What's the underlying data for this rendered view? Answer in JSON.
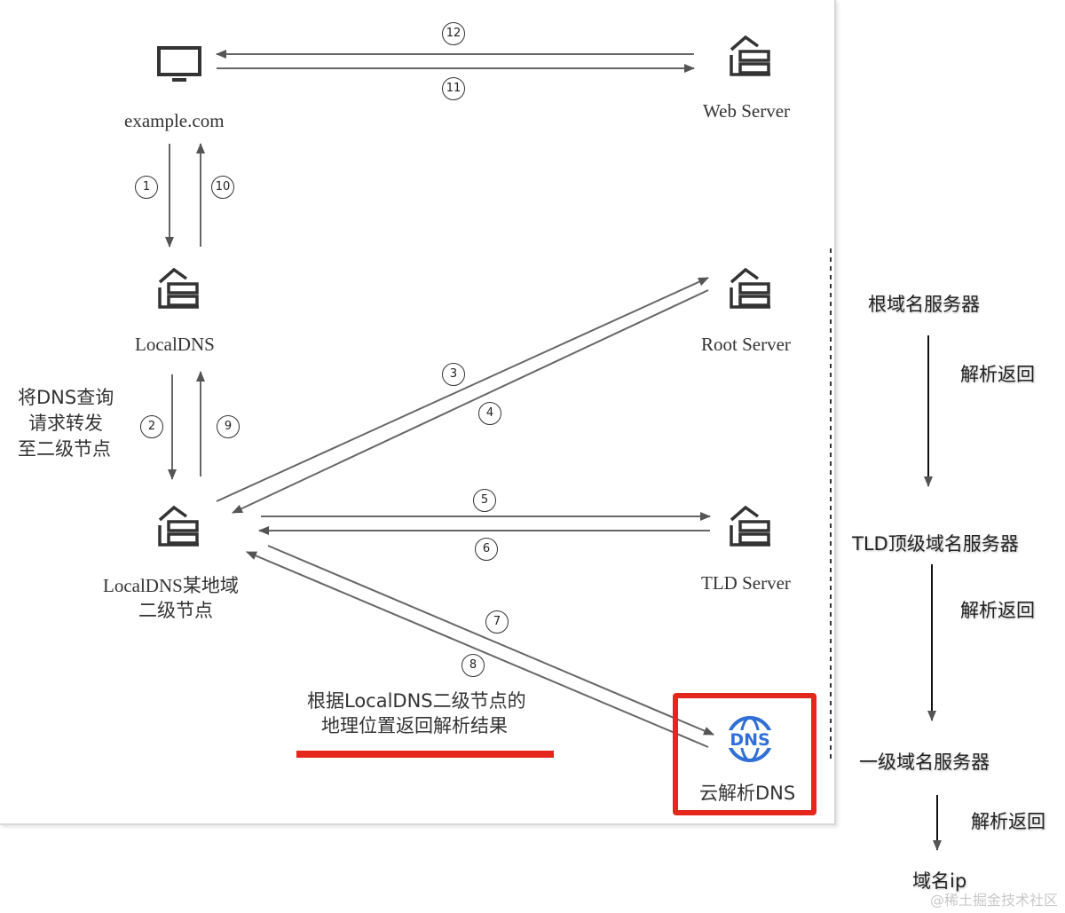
{
  "nodes": {
    "client": "example.com",
    "web_server": "Web Server",
    "local_dns": "LocalDNS",
    "root_server": "Root Server",
    "secondary_node_line1": "LocalDNS某地域",
    "secondary_node_line2": "二级节点",
    "tld_server": "TLD Server",
    "cloud_dns": "云解析DNS",
    "cloud_dns_logo": "DNS"
  },
  "annotations": {
    "forward_line1": "将DNS查询",
    "forward_line2": "请求转发",
    "forward_line3": "至二级节点",
    "geo_line1": "根据LocalDNS二级节点的",
    "geo_line2": "地理位置返回解析结果"
  },
  "steps": [
    "1",
    "2",
    "3",
    "4",
    "5",
    "6",
    "7",
    "8",
    "9",
    "10",
    "11",
    "12"
  ],
  "side_flow": {
    "root": "根域名服务器",
    "resolve_return_1": "解析返回",
    "tld": "TLD顶级域名服务器",
    "resolve_return_2": "解析返回",
    "first_level": "一级域名服务器",
    "resolve_return_3": "解析返回",
    "result": "域名ip"
  },
  "watermark": "@稀土掘金技术社区",
  "colors": {
    "highlight": "#e5261d",
    "dns_blue": "#2f6fd6",
    "arrow": "#666666"
  }
}
